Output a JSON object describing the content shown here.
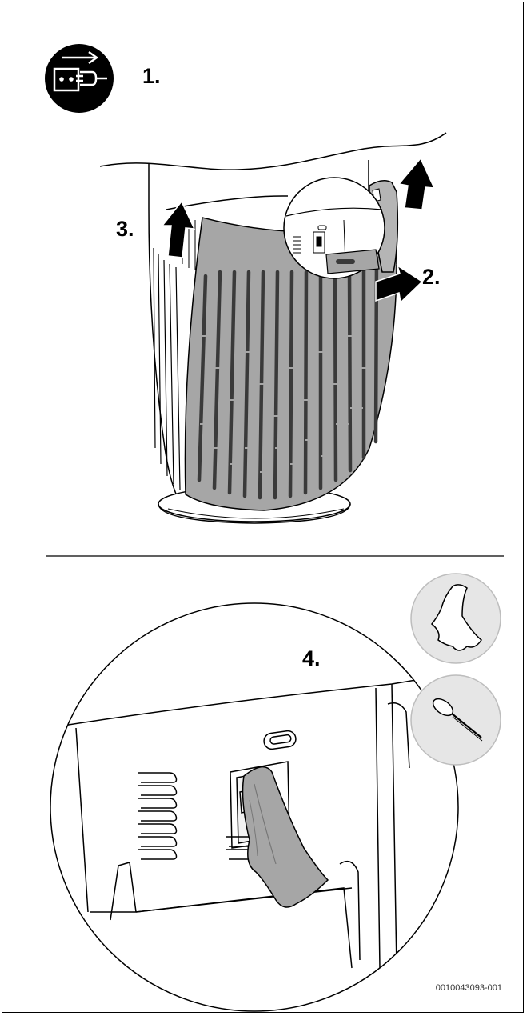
{
  "steps": {
    "step1": "1.",
    "step2": "2.",
    "step3": "3.",
    "step4": "4."
  },
  "figure": {
    "document_number": "0010043093-001"
  },
  "icons": {
    "disconnect_power": "unplug-power-icon",
    "cloth": "cleaning-cloth-icon",
    "cotton_swab": "cotton-swab-icon",
    "arrow": "arrow-icon"
  },
  "colors": {
    "cover_grey": "#a6a6a6",
    "slot_grey": "#3a3a3a",
    "badge_grey": "#e6e6e6",
    "ink": "#000000"
  }
}
